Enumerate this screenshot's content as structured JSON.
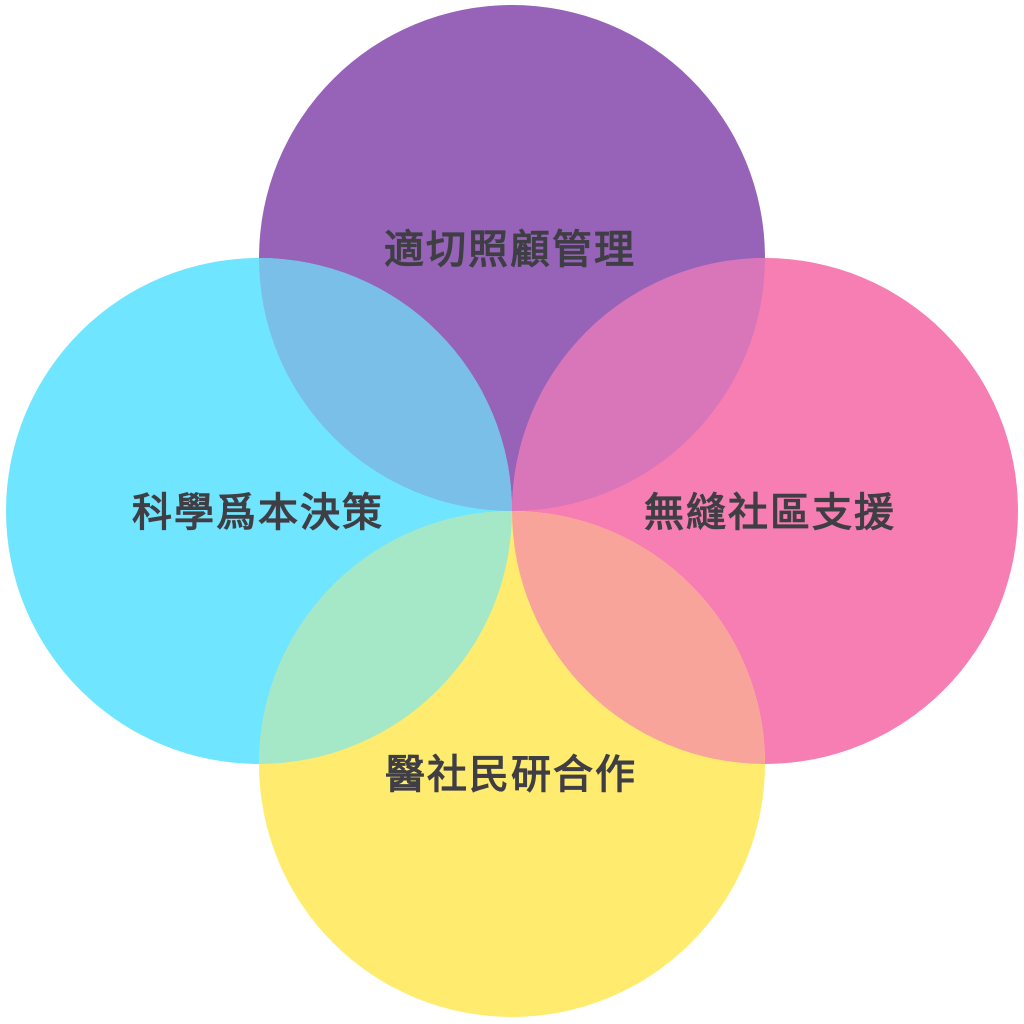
{
  "diagram": {
    "type": "venn-4-circle",
    "background_color": "#ffffff",
    "label_color": "#3f3e44",
    "circles": [
      {
        "id": "top",
        "label": "適切照顧管理",
        "color": "#9663b8"
      },
      {
        "id": "left",
        "label": "科學爲本決策",
        "color": "#70e5ff"
      },
      {
        "id": "right",
        "label": "無縫社區支援",
        "color": "#f77eb3"
      },
      {
        "id": "bottom",
        "label": "醫社民研合作",
        "color": "#ffec6e"
      }
    ],
    "overlaps": [
      {
        "between": "top-left",
        "color": "#79bfe8"
      },
      {
        "between": "top-right",
        "color": "#d976b9"
      },
      {
        "between": "bottom-left",
        "color": "#a4e8c8"
      },
      {
        "between": "bottom-right",
        "color": "#f9a49b"
      }
    ]
  }
}
